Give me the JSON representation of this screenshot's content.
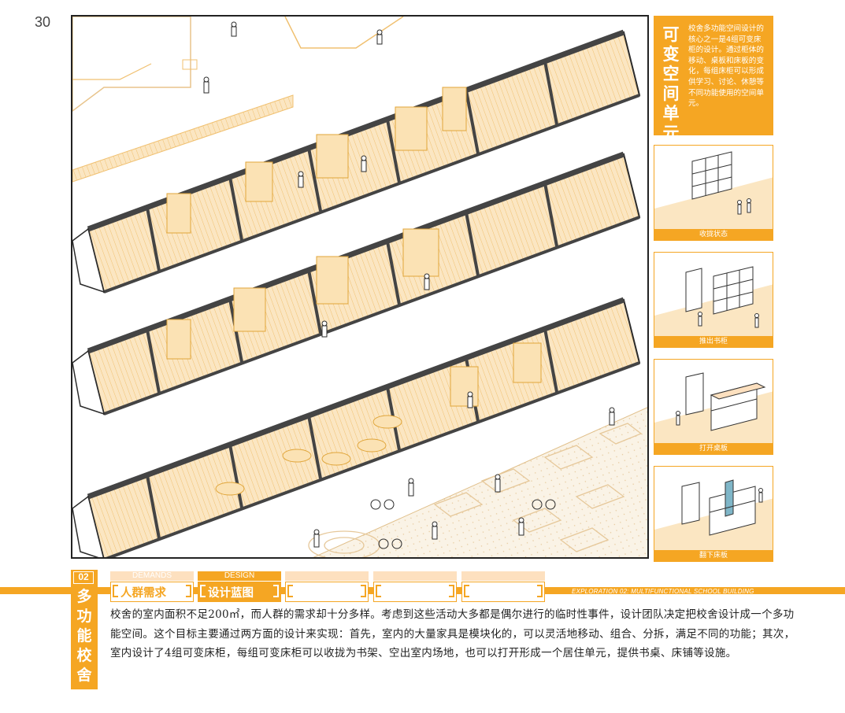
{
  "page": {
    "number": "30"
  },
  "concept": {
    "title": "可变空间单元",
    "text": "校舍多功能空间设计的核心之一是4组可变床柜的设计。通过柜体的移动、桌板和床板的变化，每组床柜可以形成供学习、讨论、休憩等不同功能使用的空间单元。"
  },
  "panels": [
    {
      "caption": "收拢状态"
    },
    {
      "caption": "推出书柜"
    },
    {
      "caption": "打开桌板"
    },
    {
      "caption": "翻下床板"
    }
  ],
  "tabs": [
    {
      "en": "DEMANDS",
      "zh": "人群需求",
      "active": false
    },
    {
      "en": "DESIGN",
      "zh": "设计蓝图",
      "active": true
    },
    {
      "en": "",
      "zh": "",
      "active": false
    },
    {
      "en": "",
      "zh": "",
      "active": false
    },
    {
      "en": "",
      "zh": "",
      "active": false
    }
  ],
  "series": {
    "label": "EXPLORATION 02: MULTIFUNCTIONAL SCHOOL BUILDING"
  },
  "section": {
    "number": "02",
    "title": "多功能校舍"
  },
  "body": {
    "text": "校舍的室内面积不足200㎡，而人群的需求却十分多样。考虑到这些活动大多都是偶尔进行的临时性事件，设计团队决定把校舍设计成一个多功能空间。这个目标主要通过两方面的设计来实现：首先，室内的大量家具是模块化的，可以灵活地移动、组合、分拆，满足不同的功能；其次，室内设计了4组可变床柜，每组可变床柜可以收拢为书架、空出室内场地，也可以打开形成一个居住单元，提供书桌、床铺等设施。"
  },
  "colors": {
    "accent": "#f5a623",
    "accent_light": "#fde0bf",
    "line": "#2b2b2b",
    "floor": "#f7d9a8"
  }
}
